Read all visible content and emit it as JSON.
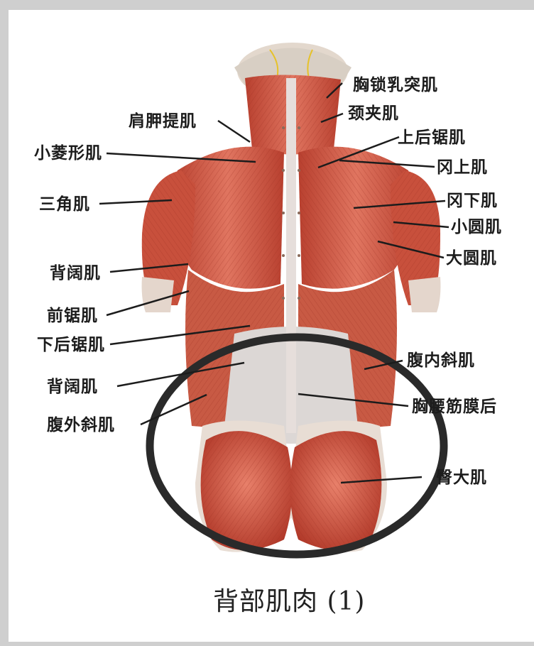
{
  "labels": {
    "xiongsuo": "胸锁乳突肌",
    "jingjia": "颈夹肌",
    "shangjia": "肩胛提肌",
    "shanghouju": "上后锯肌",
    "xiaolingxing": "小菱形肌",
    "gangshang": "冈上肌",
    "sanjiao": "三角肌",
    "gangxia": "冈下肌",
    "xiaoyuan": "小圆肌",
    "beikuo1": "背阔肌",
    "dayuan": "大圆肌",
    "qianju": "前锯肌",
    "xiahouju": "下后锯肌",
    "funei": "腹内斜肌",
    "beikuo2": "背阔肌",
    "xiongyao": "胸腰筋膜后",
    "fuwai": "腹外斜肌",
    "tunda": "臀大肌"
  },
  "caption": "背部肌肉 (1)",
  "colors": {
    "muscle": "#c9503d",
    "muscle_light": "#e07a62",
    "fascia": "#d9d4d2",
    "skin": "#e8d9c8",
    "highlight_circle": "#2a2a2a"
  }
}
